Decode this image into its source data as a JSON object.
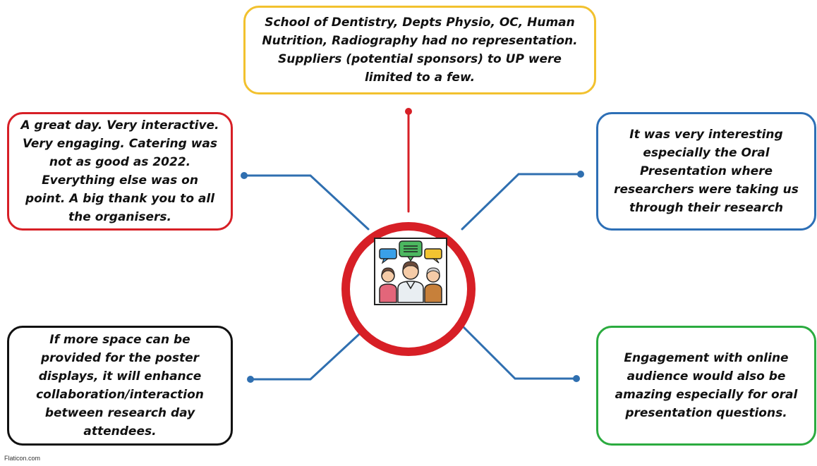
{
  "colors": {
    "top": "#f2c12e",
    "left": "#d71f26",
    "right": "#2d6fb6",
    "bottom_left": "#111111",
    "bottom_right": "#2bab3f",
    "ring": "#d71f26",
    "connector_blue": "#2f6fb0",
    "connector_red": "#d71f26"
  },
  "feedback": {
    "top": "School of Dentistry, Depts Physio, OC, Human Nutrition, Radiography had no representation. Suppliers (potential sponsors) to UP were limited to a few.",
    "left": "A great day. Very interactive. Very engaging. Catering was not as good as 2022. Everything else was on point. A big thank you to all the organisers.",
    "right": "It was very interesting especially the Oral Presentation where researchers were taking us through their research",
    "bottom_left": "If more space can be provided for the poster displays, it will enhance collaboration/interaction between research day attendees.",
    "bottom_right": "Engagement with online audience would also be amazing especially for oral presentation questions."
  },
  "hub": {
    "icon": "group-discussion-icon"
  },
  "footer": {
    "credit": "Flaticon.com"
  }
}
